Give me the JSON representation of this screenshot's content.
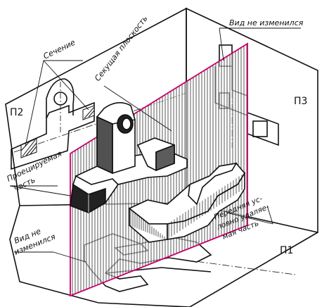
{
  "planes": {
    "p1": "П1",
    "p2": "П2",
    "p3": "П3"
  },
  "labels": {
    "section": "Сечение",
    "cutting_plane": "Секущая плоскость",
    "view_unchanged_right": "Вид не изменился",
    "projected_part_line1": "Проецируемая",
    "projected_part_line2": "часть",
    "view_unchanged_left_line1": "Вид не",
    "view_unchanged_left_line2": "изменился",
    "removed_part_line1": "Передняя ус-",
    "removed_part_line2": "ловно удаляе-",
    "removed_part_line3": "мая часть"
  },
  "colors": {
    "cutting_plane": "#c8006a",
    "ink": "#111111",
    "background": "#ffffff"
  }
}
